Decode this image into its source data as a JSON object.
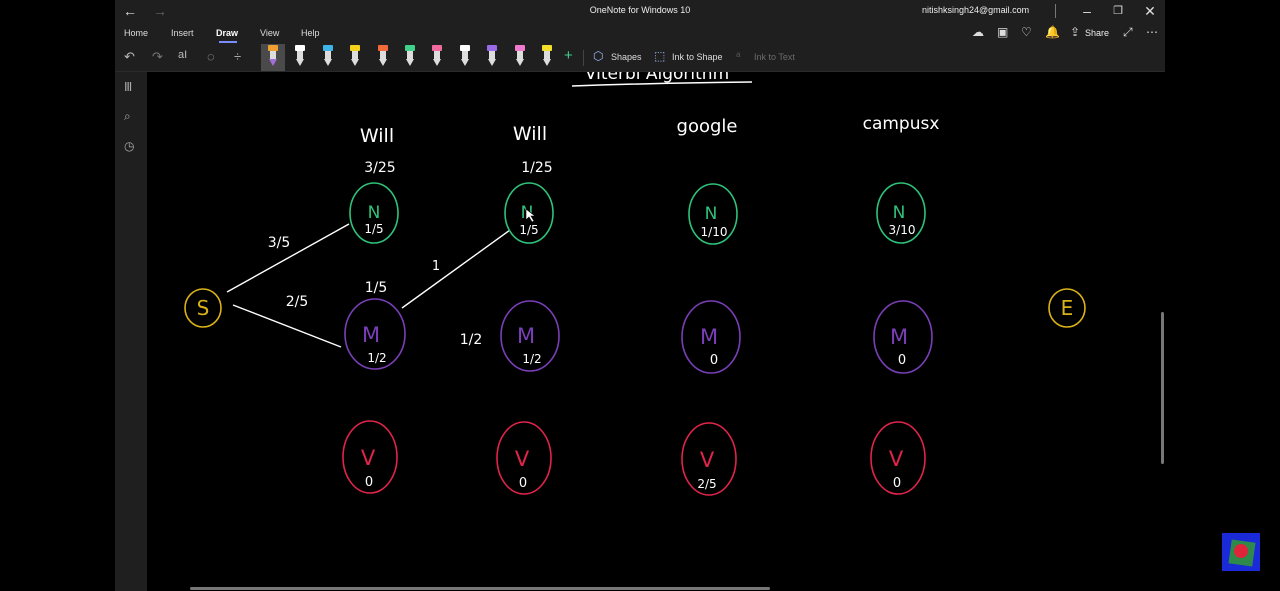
{
  "window": {
    "title": "OneNote for Windows 10",
    "account": "nitishksingh24@gmail.com",
    "share_label": "Share"
  },
  "menu": {
    "tabs": [
      "Home",
      "Insert",
      "Draw",
      "View",
      "Help"
    ],
    "active_tab": "Draw"
  },
  "toolbar": {
    "pens": [
      {
        "color": "#f0a030",
        "selected": true
      },
      {
        "color": "#ffffff"
      },
      {
        "color": "#3fb4e8"
      },
      {
        "color": "#f2d21b"
      },
      {
        "color": "#f26a3a"
      },
      {
        "color": "#3fd08a"
      },
      {
        "color": "#f06aa0"
      },
      {
        "color": "#ffffff"
      },
      {
        "color": "#9a6ae8"
      },
      {
        "color": "#f07ad0"
      },
      {
        "color": "#f2e02b"
      }
    ],
    "shapes_label": "Shapes",
    "ink_to_shape_label": "Ink to Shape",
    "ink_to_text_label": "Ink to Text"
  },
  "canvas": {
    "heading": "Viterbi Algorithm",
    "words": [
      "Will",
      "Will",
      "google",
      "campusx"
    ],
    "start_label": "S",
    "end_label": "E",
    "column_top_probs": [
      "3/25",
      "1/25"
    ],
    "n_values": [
      "1/5",
      "1/5",
      "1/10",
      "3/10"
    ],
    "m_values": [
      "1/2",
      "1/2",
      "0",
      "0"
    ],
    "v_values": [
      "0",
      "0",
      "2/5",
      "0"
    ],
    "state_letters": {
      "n": "N",
      "m": "M",
      "v": "V"
    },
    "edge_labels": {
      "s_to_n": "3/5",
      "s_to_m": "2/5",
      "m_above": "1/5",
      "m_to_n": "1",
      "m_to_m": "1/2"
    },
    "colors": {
      "n_state": "#2fc27a",
      "m_state": "#7a3fb8",
      "v_state": "#e0244a",
      "start_end": "#d9b21a",
      "ink": "#ffffff"
    }
  }
}
